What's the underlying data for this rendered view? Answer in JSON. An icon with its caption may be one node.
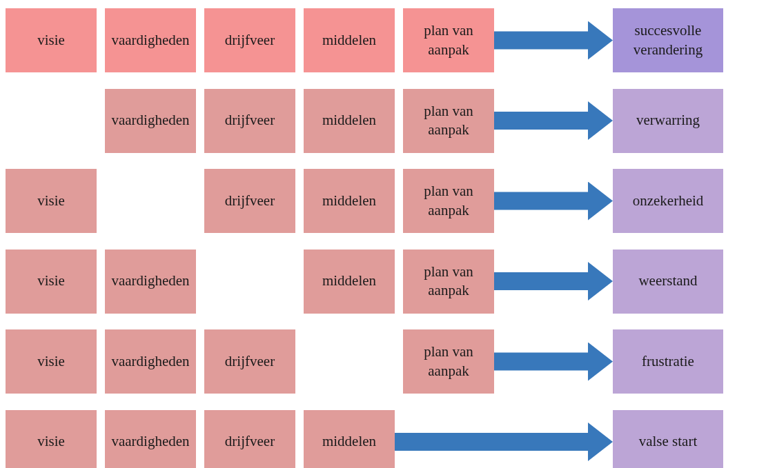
{
  "diagram": {
    "nodes": [
      {
        "text": [
          "visie"
        ]
      },
      {
        "text": [
          "vaardigheden"
        ]
      },
      {
        "text": [
          "drijfveer"
        ]
      },
      {
        "text": [
          "middelen"
        ]
      },
      {
        "text": [
          "plan van aanpak"
        ]
      },
      {
        "text": [
          "succesvolle verandering"
        ]
      },
      {
        "text": [
          "vaardigheden"
        ]
      },
      {
        "text": [
          "drijfveer"
        ]
      },
      {
        "text": [
          "middelen"
        ]
      },
      {
        "text": [
          "plan van aanpak"
        ]
      },
      {
        "text": [
          "verwarring"
        ]
      },
      {
        "text": [
          "visie"
        ]
      },
      {
        "text": [
          "drijfveer"
        ]
      },
      {
        "text": [
          "middelen"
        ]
      },
      {
        "text": [
          "plan van aanpak"
        ]
      },
      {
        "text": [
          "onzekerheid"
        ]
      },
      {
        "text": [
          "visie"
        ]
      },
      {
        "text": [
          "vaardigheden"
        ]
      },
      {
        "text": [
          "middelen"
        ]
      },
      {
        "text": [
          "plan van aanpak"
        ]
      },
      {
        "text": [
          "weerstand"
        ]
      },
      {
        "text": [
          "visie"
        ]
      },
      {
        "text": [
          "vaardigheden"
        ]
      },
      {
        "text": [
          "drijfveer"
        ]
      },
      {
        "text": [
          "plan van aanpak"
        ]
      },
      {
        "text": [
          "frustratie"
        ]
      },
      {
        "text": [
          "visie"
        ]
      },
      {
        "text": [
          "vaardigheden"
        ]
      },
      {
        "text": [
          "drijfveer"
        ]
      },
      {
        "text": [
          "middelen"
        ]
      },
      {
        "text": [
          "valse start"
        ]
      }
    ],
    "edges": [
      {
        "from": 4,
        "to": 5,
        "arrow": "to"
      },
      {
        "from": 9,
        "to": 10,
        "arrow": "to"
      },
      {
        "from": 14,
        "to": 15,
        "arrow": "to"
      },
      {
        "from": 19,
        "to": 20,
        "arrow": "to"
      },
      {
        "from": 24,
        "to": 25,
        "arrow": "to"
      },
      {
        "from": 29,
        "to": 30,
        "arrow": "to"
      }
    ]
  }
}
